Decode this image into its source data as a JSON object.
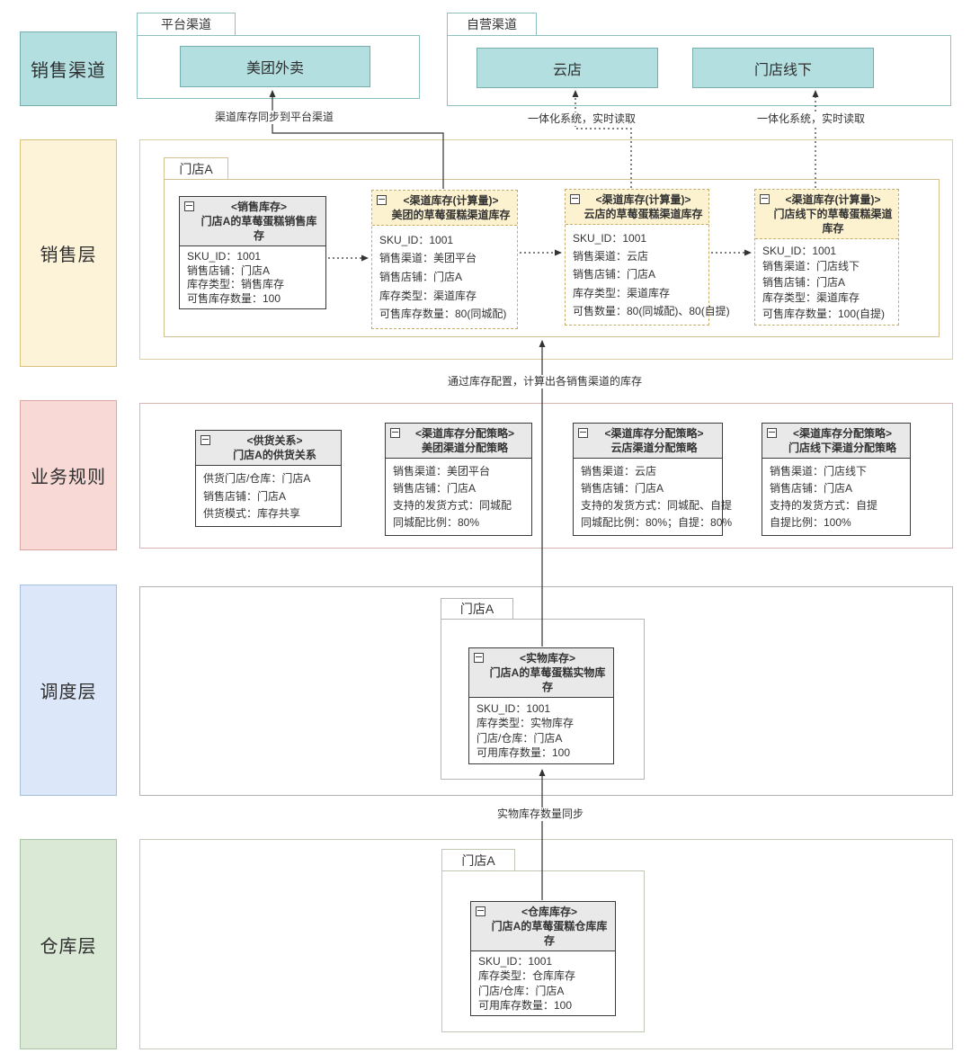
{
  "palette": {
    "teal_fill": "#b3dfe0",
    "teal_border": "#76aeae",
    "yellow_fill": "#fcf3d8",
    "yellow_border": "#d9c27e",
    "pink_fill": "#f8d9d6",
    "pink_border": "#dba7a1",
    "blue_fill": "#dce8fa",
    "blue_border": "#a5bfdf",
    "green_fill": "#dae8d6",
    "green_border": "#a7c5a2",
    "entity_header_gray": "#e9e9e9",
    "entity_header_yellow": "#fdf2cf",
    "entity_dashed_border": "#c5ae6b",
    "line_color": "#333333"
  },
  "layers": {
    "sales_channel": {
      "label": "销售渠道"
    },
    "sales": {
      "label": "销售层"
    },
    "rules": {
      "label": "业务规则"
    },
    "dispatch": {
      "label": "调度层"
    },
    "warehouse": {
      "label": "仓库层"
    }
  },
  "channel_groups": {
    "platform": {
      "label": "平台渠道",
      "channels": {
        "meituan": "美团外卖"
      }
    },
    "self": {
      "label": "自营渠道",
      "channels": {
        "yundian": "云店",
        "offline": "门店线下"
      }
    }
  },
  "store_tabs": {
    "sales": "门店A",
    "dispatch": "门店A",
    "warehouse": "门店A"
  },
  "entities": {
    "sales_inventory": {
      "title": "<销售库存>",
      "subtitle": "门店A的草莓蛋糕销售库存",
      "fields": [
        "SKU_ID：1001",
        "销售店铺：门店A",
        "库存类型：销售库存",
        "可售库存数量：100"
      ]
    },
    "channel_meituan": {
      "title": "<渠道库存(计算量)>",
      "subtitle": "美团的草莓蛋糕渠道库存",
      "fields": [
        "SKU_ID：1001",
        "销售渠道：美团平台",
        "销售店铺：门店A",
        "库存类型：渠道库存",
        "可售库存数量：80(同城配)"
      ]
    },
    "channel_yundian": {
      "title": "<渠道库存(计算量)>",
      "subtitle": "云店的草莓蛋糕渠道库存",
      "fields": [
        "SKU_ID：1001",
        "销售渠道：云店",
        "销售店铺：门店A",
        "库存类型：渠道库存",
        "可售数量：80(同城配)、80(自提)"
      ]
    },
    "channel_offline": {
      "title": "<渠道库存(计算量)>",
      "subtitle": "门店线下的草莓蛋糕渠道库存",
      "fields": [
        "SKU_ID：1001",
        "销售渠道：门店线下",
        "销售店铺：门店A",
        "库存类型：渠道库存",
        "可售库存数量：100(自提)"
      ]
    },
    "supply_relation": {
      "title": "<供货关系>",
      "subtitle": "门店A的供货关系",
      "fields": [
        "供货门店/仓库：门店A",
        "销售店铺：门店A",
        "供货模式：库存共享"
      ]
    },
    "policy_meituan": {
      "title": "<渠道库存分配策略>",
      "subtitle": "美团渠道分配策略",
      "fields": [
        "销售渠道：美团平台",
        "销售店铺：门店A",
        "支持的发货方式：同城配",
        "同城配比例：80%"
      ]
    },
    "policy_yundian": {
      "title": "<渠道库存分配策略>",
      "subtitle": "云店渠道分配策略",
      "fields": [
        "销售渠道：云店",
        "销售店铺：门店A",
        "支持的发货方式：同城配、自提",
        "同城配比例：80%；自提：80%"
      ]
    },
    "policy_offline": {
      "title": "<渠道库存分配策略>",
      "subtitle": "门店线下渠道分配策略",
      "fields": [
        "销售渠道：门店线下",
        "销售店铺：门店A",
        "支持的发货方式：自提",
        "自提比例：100%"
      ]
    },
    "physical_inventory": {
      "title": "<实物库存>",
      "subtitle": "门店A的草莓蛋糕实物库存",
      "fields": [
        "SKU_ID：1001",
        "库存类型：实物库存",
        "门店/仓库：门店A",
        "可用库存数量：100"
      ]
    },
    "warehouse_inventory": {
      "title": "<仓库库存>",
      "subtitle": "门店A的草莓蛋糕仓库库存",
      "fields": [
        "SKU_ID：1001",
        "库存类型：仓库库存",
        "门店/仓库：门店A",
        "可用库存数量：100"
      ]
    }
  },
  "edges": {
    "meituan_sync": "渠道库存同步到平台渠道",
    "yundian_sync": "一体化系统，实时读取",
    "offline_sync": "一体化系统，实时读取",
    "config_calc": "通过库存配置，计算出各销售渠道的库存",
    "physical_sync": "实物库存数量同步"
  }
}
